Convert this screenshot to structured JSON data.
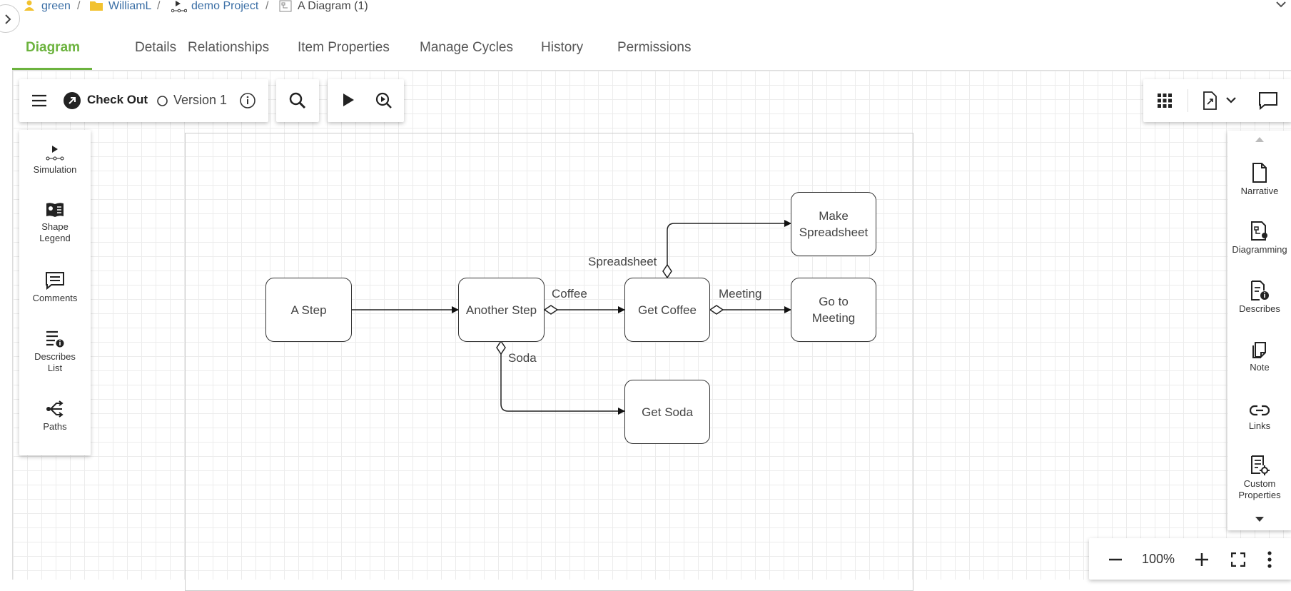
{
  "breadcrumb": {
    "items": [
      "green",
      "WilliamL",
      "demo Project",
      "A Diagram (1)"
    ],
    "separator": "/"
  },
  "tabs": [
    "Diagram",
    "Details",
    "Relationships",
    "Item Properties",
    "Manage Cycles",
    "History",
    "Permissions"
  ],
  "active_tab": "Diagram",
  "toolbar": {
    "checkout_label": "Check Out",
    "version_label": "Version 1"
  },
  "left_panel": {
    "items": [
      {
        "label": "Simulation",
        "icon": "simulation-icon"
      },
      {
        "label": "Shape Legend",
        "icon": "shape-legend-icon"
      },
      {
        "label": "Comments",
        "icon": "comments-icon"
      },
      {
        "label": "Describes List",
        "icon": "describes-list-icon"
      },
      {
        "label": "Paths",
        "icon": "paths-icon"
      }
    ]
  },
  "right_panel": {
    "items": [
      {
        "label": "Narrative",
        "icon": "document-icon"
      },
      {
        "label": "Diagramming",
        "icon": "diagramming-icon"
      },
      {
        "label": "Describes",
        "icon": "describes-icon"
      },
      {
        "label": "Note",
        "icon": "note-icon"
      },
      {
        "label": "Links",
        "icon": "link-icon"
      },
      {
        "label": "Custom Properties",
        "icon": "custom-properties-icon"
      }
    ]
  },
  "diagram": {
    "nodes": {
      "a_step": "A Step",
      "another_step": "Another Step",
      "get_coffee": "Get Coffee",
      "make_spreadsheet": "Make Spreadsheet",
      "go_to_meeting": "Go to Meeting",
      "get_soda": "Get Soda"
    },
    "edge_labels": {
      "coffee": "Coffee",
      "soda": "Soda",
      "spreadsheet": "Spreadsheet",
      "meeting": "Meeting"
    }
  },
  "zoom": {
    "level": "100%"
  },
  "colors": {
    "accent": "#6cb33e",
    "link": "#3a6ea5",
    "folder": "#f2c230"
  }
}
